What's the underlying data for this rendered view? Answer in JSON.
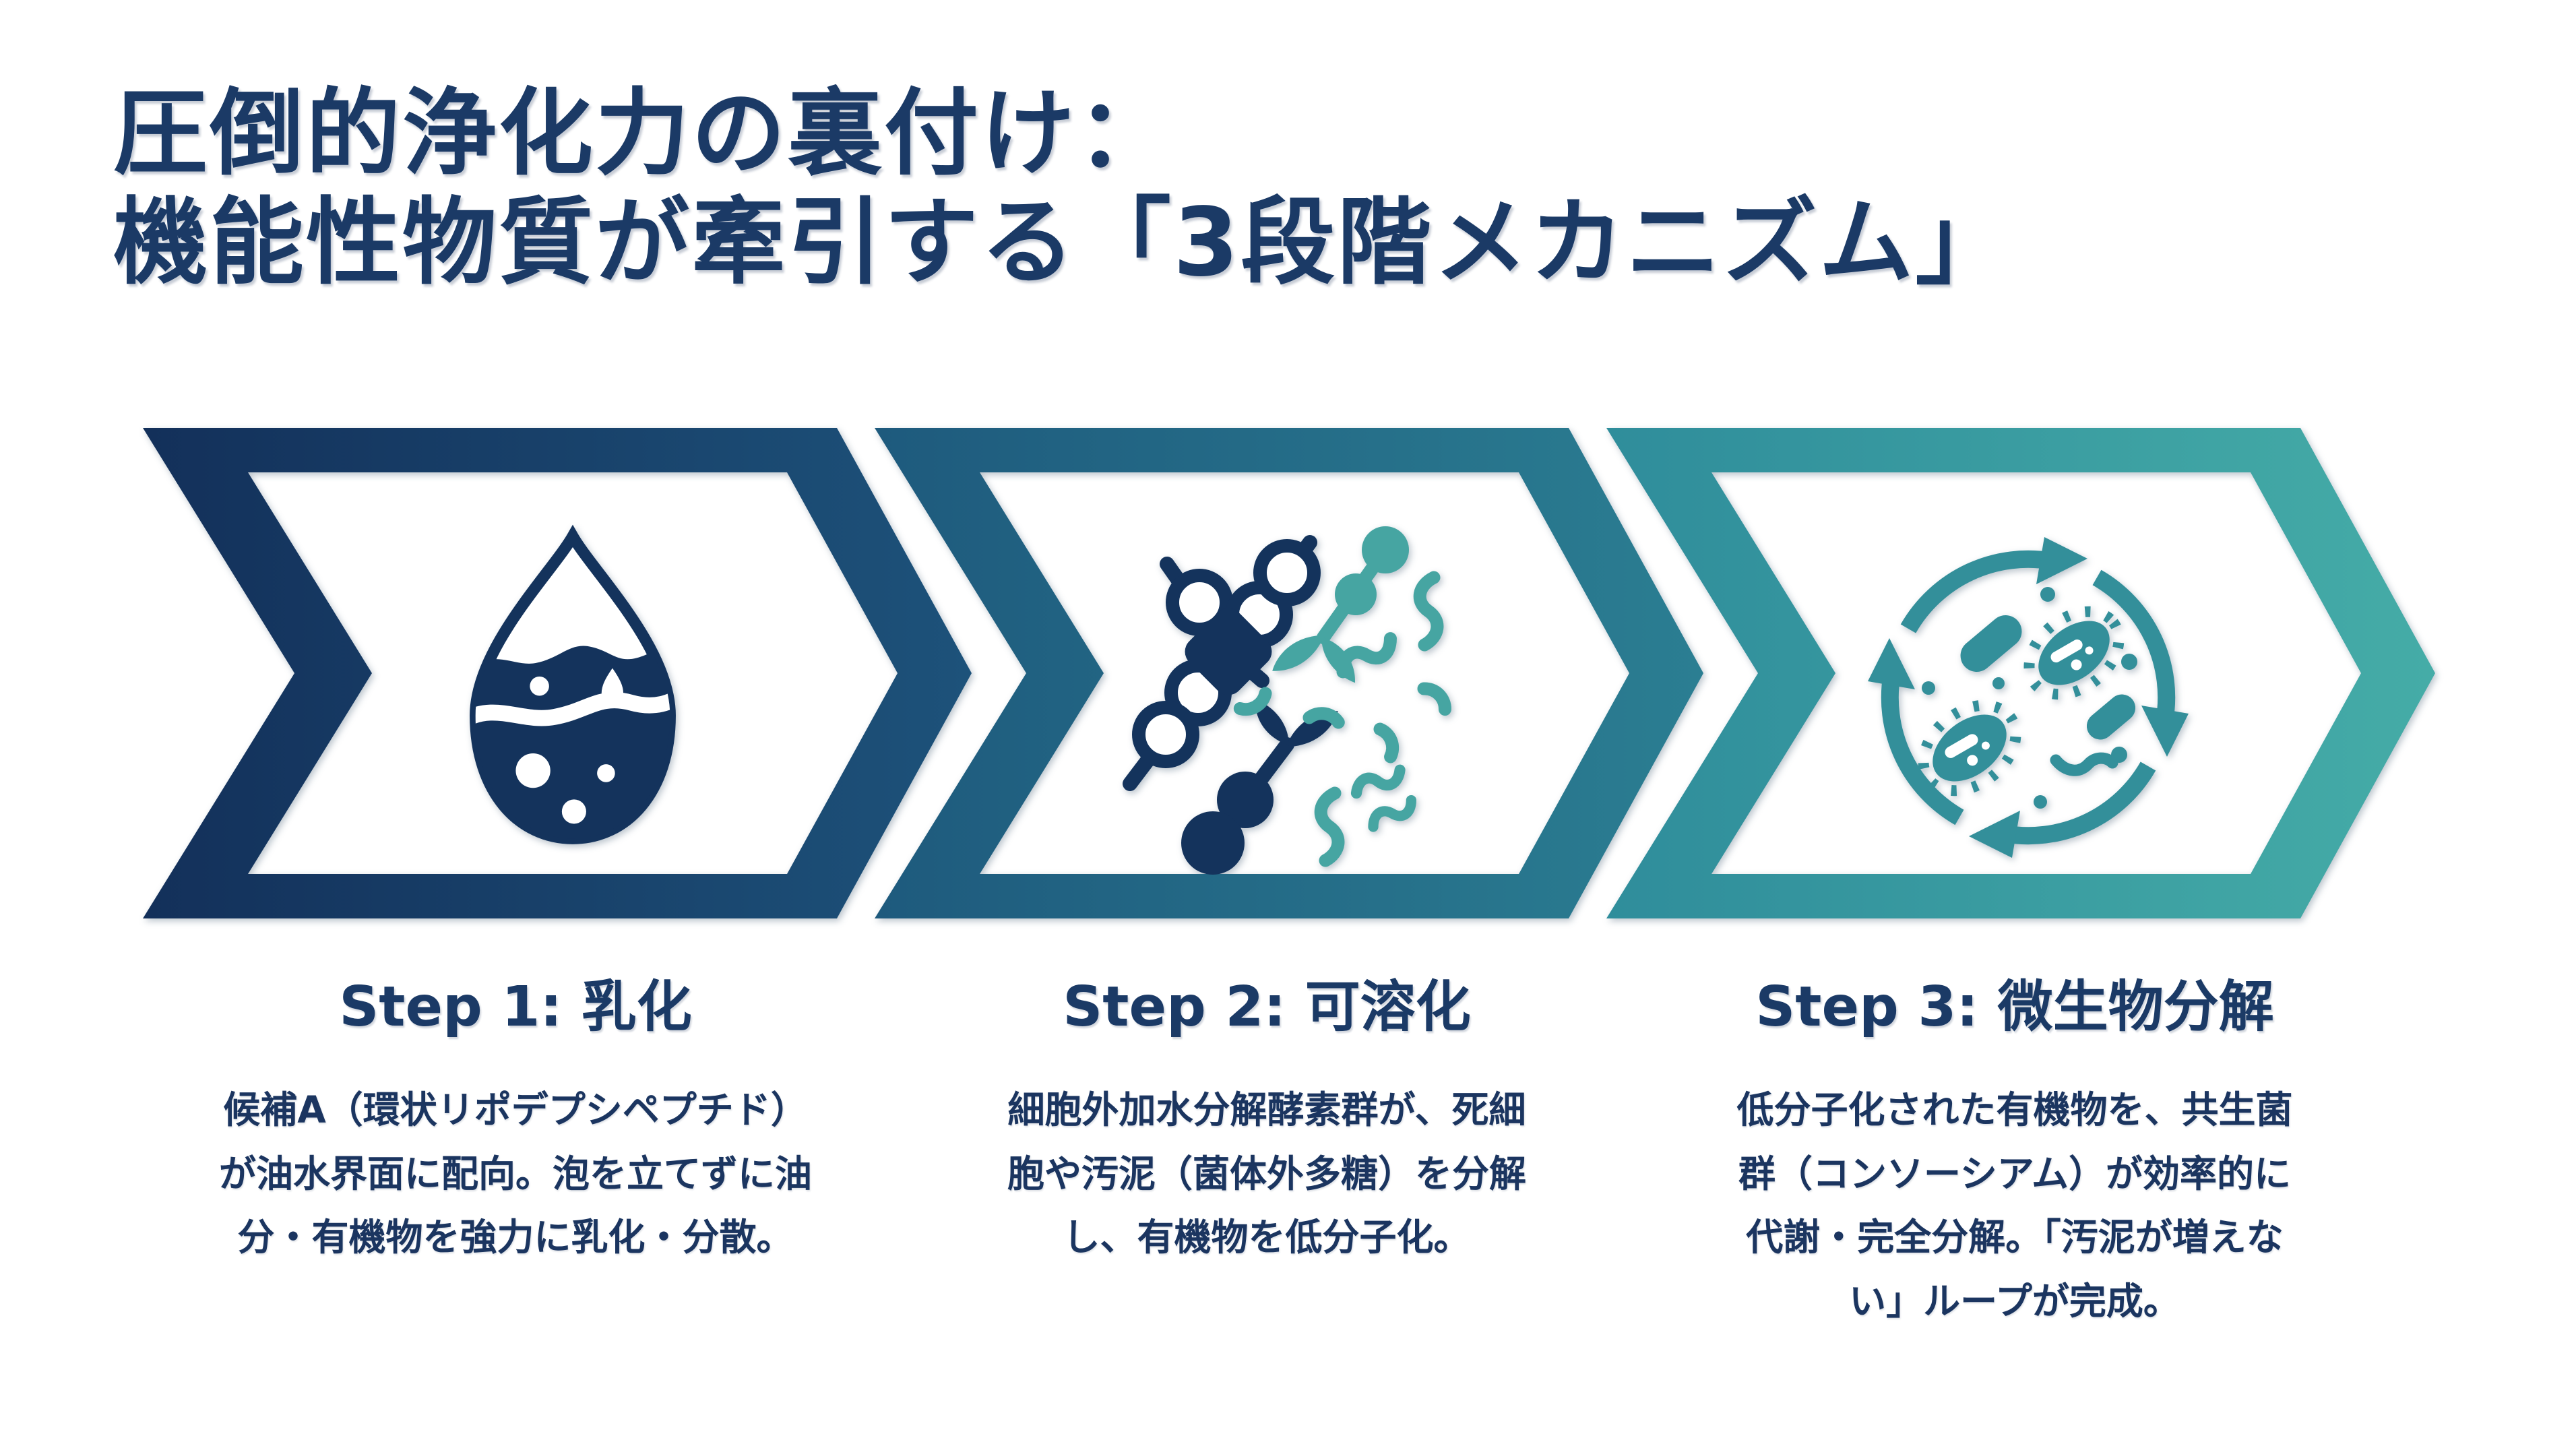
{
  "title": {
    "line1": "圧倒的浄化力の裏付け：",
    "line2": "機能性物質が牽引する「3段階メカニズム」"
  },
  "steps": [
    {
      "label": "Step 1: 乳化",
      "description": "候補A（環状リポデプシペプチド）が油水界面に配向。泡を立てずに油分・有機物を強力に乳化・分散。",
      "icon": "oil-droplet-icon",
      "gradient_start": "#13305a",
      "gradient_end": "#1d527a"
    },
    {
      "label": "Step 2: 可溶化",
      "description": "細胞外加水分解酵素群が、死細胞や汚泥（菌体外多糖）を分解し、有機物を低分子化。",
      "icon": "enzyme-breakdown-icon",
      "gradient_start": "#1e5a7d",
      "gradient_end": "#2b7e92"
    },
    {
      "label": "Step 3: 微生物分解",
      "description": "低分子化された有機物を、共生菌群（コンソーシアム）が効率的に代謝・完全分解。「汚泥が増えない」ループが完成。",
      "icon": "microbial-cycle-icon",
      "gradient_start": "#2f8d9b",
      "gradient_end": "#45aca7"
    }
  ],
  "colors": {
    "background": "#ffffff",
    "title": "#1b3a66",
    "text": "#1b3560",
    "navy": "#14335c",
    "teal": "#338f9a",
    "teal2": "#46a5a2"
  }
}
